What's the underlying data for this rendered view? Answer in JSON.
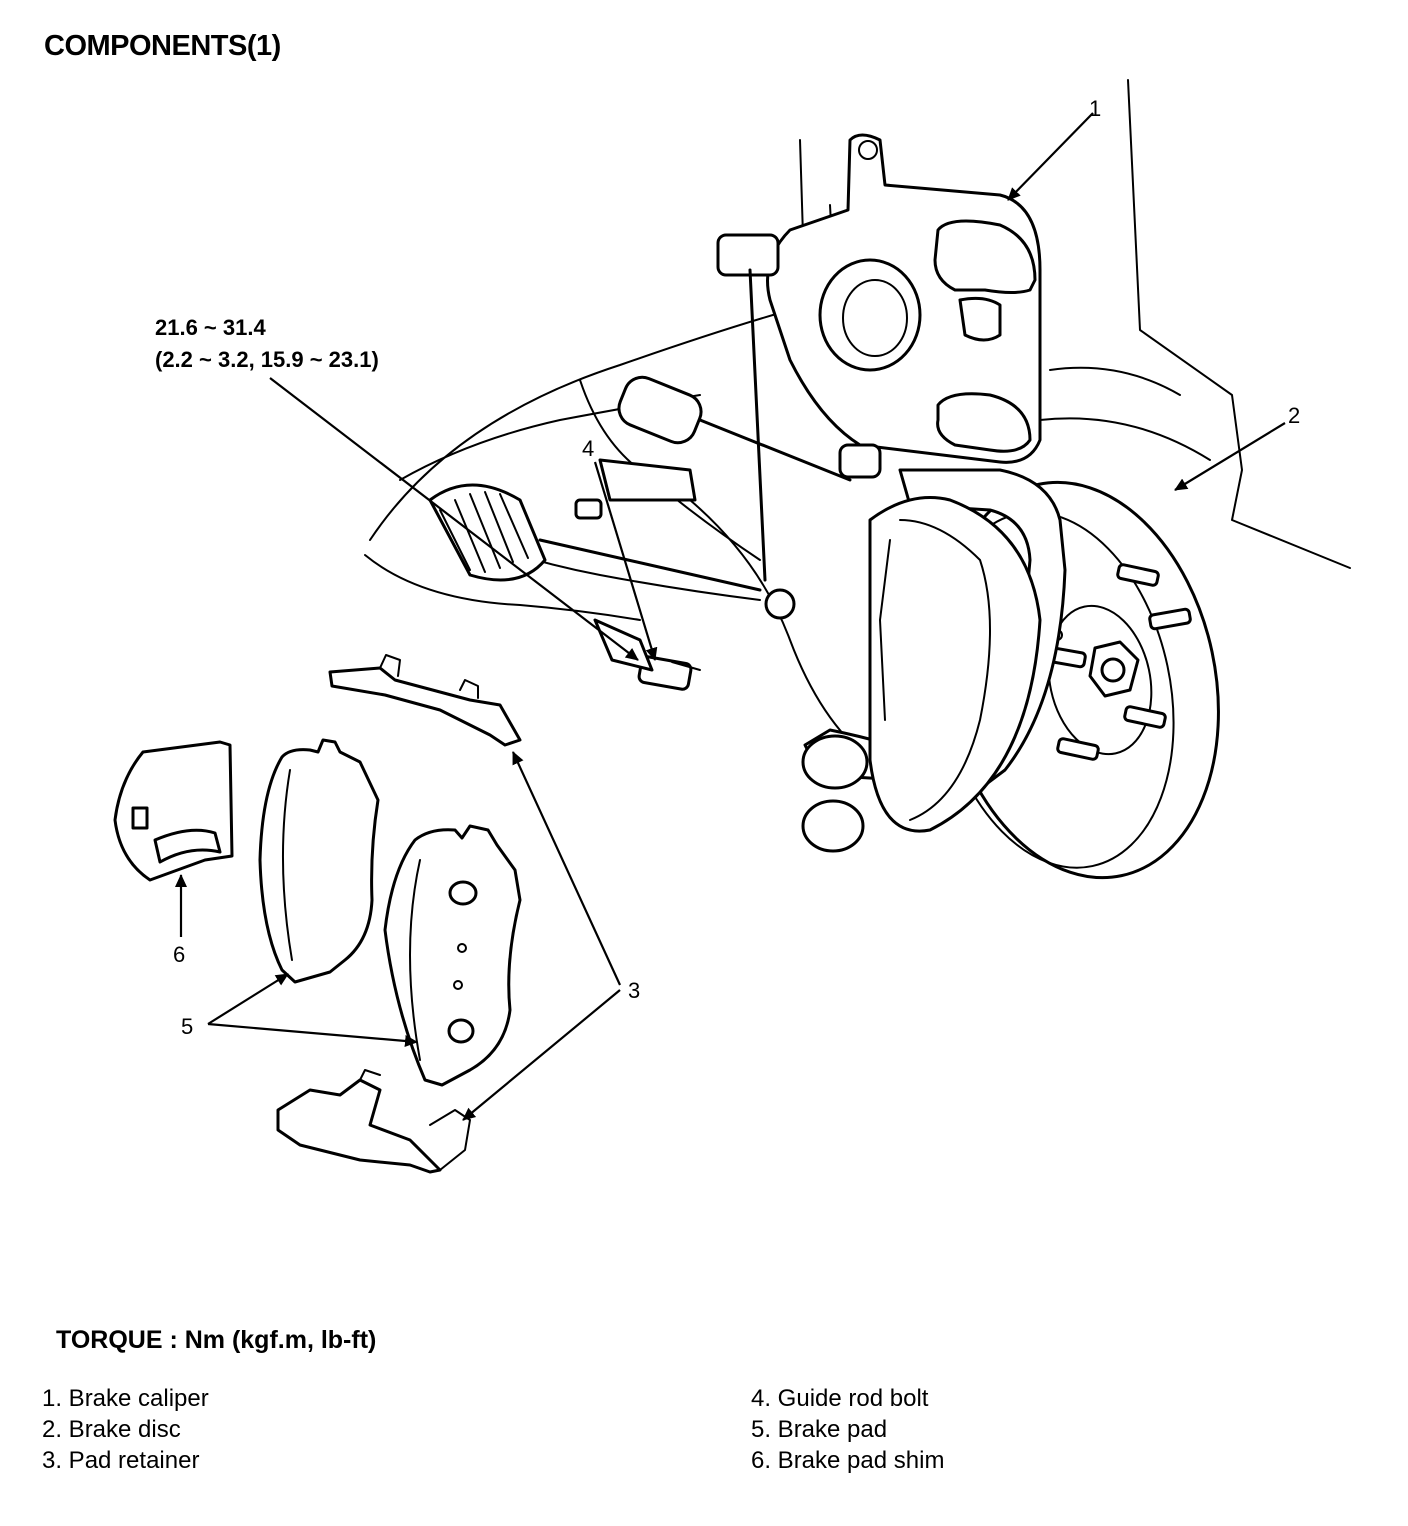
{
  "title": "COMPONENTS(1)",
  "torque_spec": {
    "line1": "21.6 ~ 31.4",
    "line2": "(2.2 ~ 3.2, 15.9 ~ 23.1)"
  },
  "callouts": [
    "1",
    "2",
    "3",
    "4",
    "5",
    "6"
  ],
  "torque_note": "TORQUE : Nm (kgf.m, lb-ft)",
  "legend": {
    "left": [
      "1. Brake caliper",
      "2. Brake disc",
      "3. Pad retainer"
    ],
    "right": [
      "4. Guide rod bolt",
      "5. Brake pad",
      "6. Brake pad shim"
    ]
  }
}
